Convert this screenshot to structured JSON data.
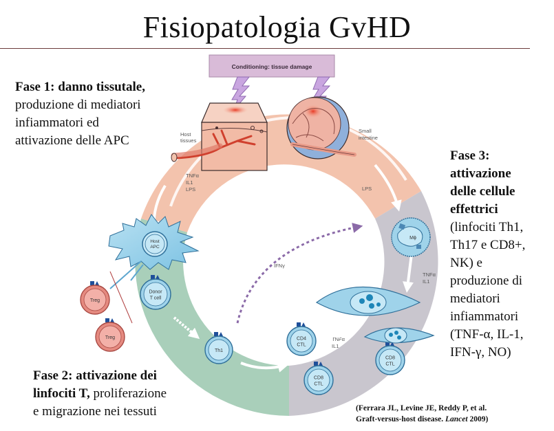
{
  "title": "Fisiopatologia GvHD",
  "conditioning_box": "Conditioning: tissue damage",
  "phase1": {
    "heading": "Fase 1: danno tissutale,",
    "lines": [
      "produzione di mediatori",
      "infiammatori ed",
      "attivazione delle APC"
    ]
  },
  "phase2": {
    "heading": "Fase 2: attivazione dei",
    "lines_bold": "linfociti T,",
    "line1_rest": " proliferazione",
    "line2": "e migrazione nei tessuti"
  },
  "phase3": {
    "heading": "Fase 3:",
    "lines": [
      "attivazione",
      "delle cellule",
      "effettrici",
      "(linfociti Th1,",
      "Th17 e CD8+,",
      "NK) e",
      "produzione di",
      "mediatori",
      "infiammatori",
      "(TNF-α, IL-1,",
      "IFN-γ, NO)"
    ]
  },
  "diagram_labels": {
    "host_tissues": [
      "Host",
      "tissues"
    ],
    "small_intestine": [
      "Small",
      "intestine"
    ],
    "mediators_left": [
      "TNFα",
      "IL1",
      "LPS"
    ],
    "lps_right": "LPS",
    "host_apc": [
      "Host",
      "APC"
    ],
    "donor_t_cell": [
      "Donor",
      "T cell"
    ],
    "treg": "Treg",
    "th1": "Th1",
    "ifn": "IFNγ",
    "macrophage": "Mϕ",
    "mediators_right": [
      "TNFα",
      "IL1"
    ],
    "mediators_center": [
      "TNFα",
      "IL1"
    ],
    "cd4_ctl": [
      "CD4",
      "CTL"
    ],
    "cd8_ctl": [
      "CD8",
      "CTL"
    ]
  },
  "citation": {
    "line1": "(Ferrara JL, Levine JE, Reddy P, et al.",
    "line2_pre": "Graft-versus-host disease. ",
    "journal": "Lancet",
    "year": " 2009)"
  },
  "colors": {
    "ring_pink": "#f3c3ad",
    "ring_green": "#a7cdb9",
    "ring_grey": "#c7c4cc",
    "cell_blue": "#9fd3ea",
    "treg_red": "#e58a80",
    "conditioning_purple": "#d8b9d6"
  }
}
